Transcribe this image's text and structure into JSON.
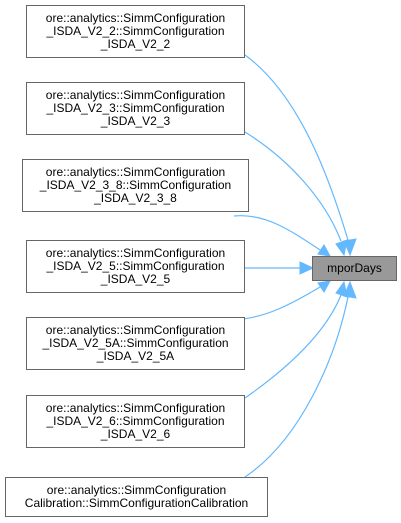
{
  "graph": {
    "target": {
      "label": "mporDays"
    },
    "callers": [
      {
        "lines": [
          "ore::analytics::SimmConfiguration",
          "_ISDA_V2_2::SimmConfiguration",
          "_ISDA_V2_2"
        ]
      },
      {
        "lines": [
          "ore::analytics::SimmConfiguration",
          "_ISDA_V2_3::SimmConfiguration",
          "_ISDA_V2_3"
        ]
      },
      {
        "lines": [
          "ore::analytics::SimmConfiguration",
          "_ISDA_V2_3_8::SimmConfiguration",
          "_ISDA_V2_3_8"
        ]
      },
      {
        "lines": [
          "ore::analytics::SimmConfiguration",
          "_ISDA_V2_5::SimmConfiguration",
          "_ISDA_V2_5"
        ]
      },
      {
        "lines": [
          "ore::analytics::SimmConfiguration",
          "_ISDA_V2_5A::SimmConfiguration",
          "_ISDA_V2_5A"
        ]
      },
      {
        "lines": [
          "ore::analytics::SimmConfiguration",
          "_ISDA_V2_6::SimmConfiguration",
          "_ISDA_V2_6"
        ]
      },
      {
        "lines": [
          "ore::analytics::SimmConfiguration",
          "Calibration::SimmConfigurationCalibration"
        ]
      }
    ],
    "edge_color": "#63b8ff",
    "node_border_color": "#666666",
    "target_fill": "#999999"
  }
}
